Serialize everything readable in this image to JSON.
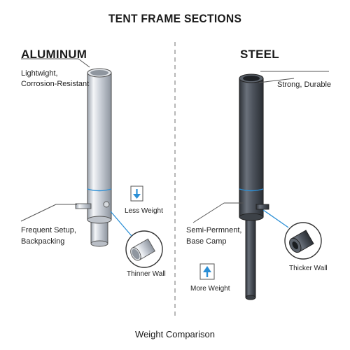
{
  "title": "TENT FRAME SECTIONS",
  "aluminum": {
    "heading": "ALUMINUM",
    "property_line1": "Lightwight,",
    "property_line2": "Corrosion-Resistant",
    "use_line1": "Frequent Setup,",
    "use_line2": "Backpacking",
    "weight_note": "Less Weight",
    "wall_note": "Thinner Wall",
    "weight_icon": "arrow-down-icon"
  },
  "steel": {
    "heading": "STEEL",
    "property": "Strong, Durable",
    "use_line1": "Semi-Permnent,",
    "use_line2": "Base Camp",
    "weight_note": "More Weight",
    "wall_note": "Thicker Wall",
    "weight_icon": "arrow-up-icon"
  },
  "footer": "Weight Comparison",
  "colors": {
    "aluminum_body": "#c9ced6",
    "steel_body": "#4a5059",
    "accent_blue": "#2b8fd6",
    "leader": "#555555"
  }
}
